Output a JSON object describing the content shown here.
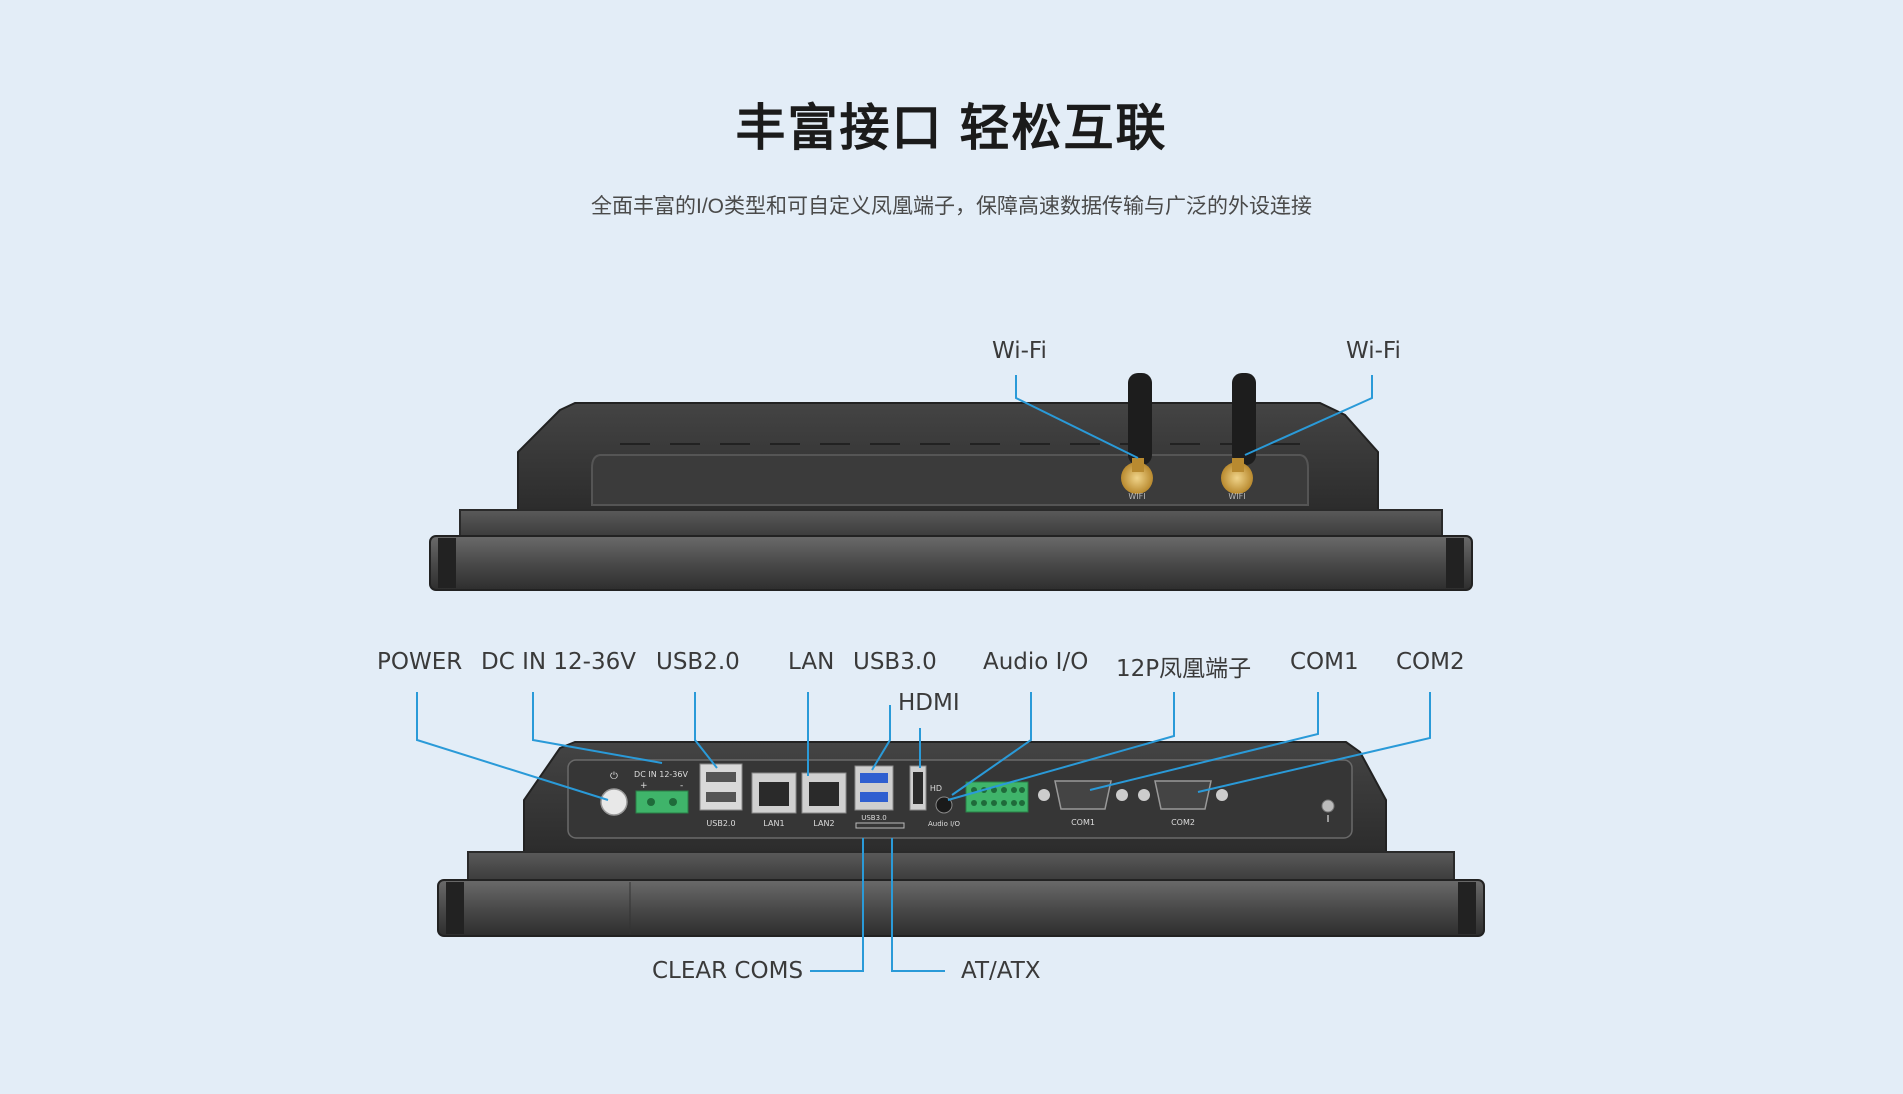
{
  "header": {
    "title": "丰富接口 轻松互联",
    "subtitle": "全面丰富的I/O类型和可自定义凤凰端子，保障高速数据传输与广泛的外设连接"
  },
  "top_view": {
    "labels": {
      "wifi_left": "Wi-Fi",
      "wifi_right": "Wi-Fi"
    },
    "printed": {
      "wifi_port_1": "WIFI",
      "wifi_port_2": "WIFI"
    }
  },
  "bottom_view": {
    "labels": {
      "power": "POWER",
      "dc_in": "DC IN 12-36V",
      "usb2": "USB2.0",
      "lan": "LAN",
      "usb3": "USB3.0",
      "hdmi": "HDMI",
      "audio": "Audio I/O",
      "phoenix": "12P凤凰端子",
      "com1": "COM1",
      "com2": "COM2",
      "clear_coms": "CLEAR COMS",
      "at_atx": "AT/ATX"
    },
    "printed": {
      "dc_in": "DC IN 12-36V",
      "usb2": "USB2.0",
      "lan1": "LAN1",
      "lan2": "LAN2",
      "usb3": "USB3.0",
      "audio": "Audio I/O",
      "com1": "COM1",
      "com2": "COM2",
      "hd": "HD"
    }
  },
  "colors": {
    "background": "#e3edf7",
    "callout_line": "#2a9ad8",
    "chassis": "#3d3d3d",
    "terminal_green": "#3fb46a",
    "antenna_gold": "#c9a04a"
  }
}
